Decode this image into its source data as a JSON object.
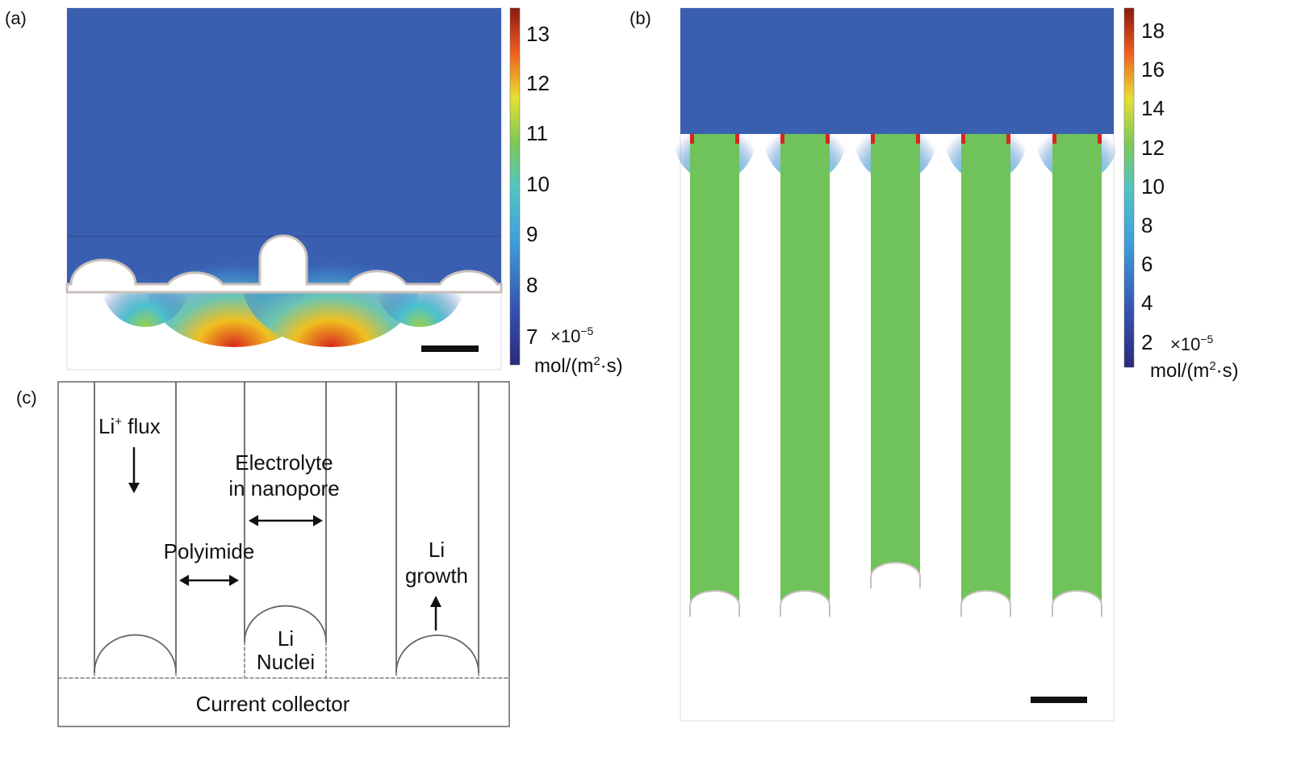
{
  "panels": {
    "a": {
      "label": "(a)",
      "colorbar": {
        "ticks": [
          "13",
          "12",
          "11",
          "10",
          "9",
          "8",
          "7"
        ],
        "multiplier": "×10",
        "exponent": "−5",
        "unit_prefix": "mol/(m",
        "unit_sup": "2",
        "unit_suffix": "·s)"
      }
    },
    "b": {
      "label": "(b)",
      "colorbar": {
        "ticks": [
          "18",
          "16",
          "14",
          "12",
          "10",
          "8",
          "6",
          "4",
          "2"
        ],
        "multiplier": "×10",
        "exponent": "−5",
        "unit_prefix": "mol/(m",
        "unit_sup": "2",
        "unit_suffix": "·s)"
      }
    },
    "c": {
      "label": "(c)",
      "li_flux": "Li",
      "li_flux_sup": "+",
      "li_flux_suffix": " flux",
      "electrolyte_line1": "Electrolyte",
      "electrolyte_line2": "in nanopore",
      "polyimide": "Polyimide",
      "li_growth_line1": "Li",
      "li_growth_line2": "growth",
      "li_nuclei_line1": "Li",
      "li_nuclei_line2": "Nuclei",
      "current_collector": "Current collector"
    }
  },
  "colors": {
    "field_blue": "#3a5fb0",
    "pore_green": "#6fc35a",
    "hot_red": "#d8261c"
  }
}
